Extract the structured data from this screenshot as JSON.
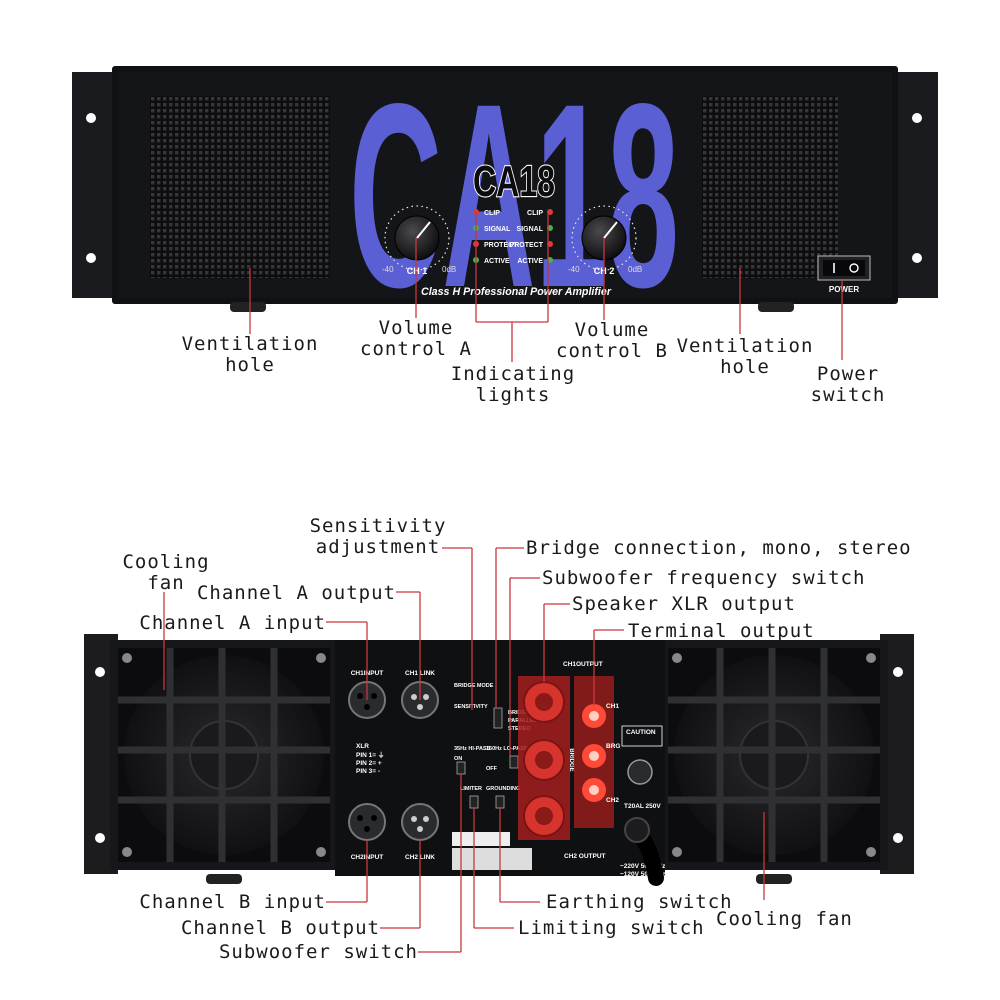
{
  "front_panel": {
    "model_big": "CA18",
    "model_badge": "CA18",
    "subtitle": "Class H Professional Power Amplifier",
    "ch1_label": "CH 1",
    "ch2_label": "CH 2",
    "led_labels": [
      "CLIP",
      "SIGNAL",
      "PROTECT",
      "ACTIVE"
    ],
    "power_label": "POWER",
    "knob_min": "-40",
    "knob_max": "0dB",
    "callouts": {
      "vent_left": "Ventilation\nhole",
      "volume_a": "Volume\ncontrol A",
      "indicating": "Indicating\nlights",
      "volume_b": "Volume\ncontrol B",
      "vent_right": "Ventilation\nhole",
      "power": "Power\nswitch"
    }
  },
  "rear_panel": {
    "ch1_input": "CH1INPUT",
    "ch1_link": "CH1 LINK",
    "ch2_input": "CH2INPUT",
    "ch2_link": "CH2 LINK",
    "xlr_title": "XLR",
    "xlr_pins": [
      "PIN 1= ⏚",
      "PIN 2= +",
      "PIN 3= -"
    ],
    "bridge_mode": "BRIDGE MODE",
    "sensitivity": "SENSITIVITY",
    "bridge": "BRIDGE",
    "parallel": "PARALLEL",
    "stereo": "STEREO",
    "freq_left": "35Hz HI-PASS",
    "freq_right": "150Hz LO-PASS",
    "limiter": "LIMITER",
    "grounding": "GROUNDING",
    "on": "ON",
    "off": "OFF",
    "ch1_output": "CH1OUTPUT",
    "ch2_output": "CH2 OUTPUT",
    "ch1": "CH1",
    "ch2": "CH2",
    "brg": "BRG",
    "bridge_vertical": "BRIDGE",
    "caution": "CAUTION",
    "fuse": "T20AL 250V",
    "mains1": "~220V 50-60Hz",
    "mains2": "~120V 50-60Hz",
    "callouts": {
      "sensitivity_adj": "Sensitivity\nadjustment",
      "bridge_conn": "Bridge connection, mono, stereo",
      "subwoofer_freq": "Subwoofer frequency switch",
      "speaker_xlr": "Speaker XLR output",
      "terminal": "Terminal output",
      "cooling_fan_left": "Cooling\nfan",
      "channel_a_output": "Channel A output",
      "channel_a_input": "Channel A input",
      "channel_b_input": "Channel B input",
      "channel_b_output": "Channel B output",
      "subwoofer_switch": "Subwoofer switch",
      "earthing": "Earthing switch",
      "limiting": "Limiting switch",
      "cooling_fan_right": "Cooling fan"
    }
  },
  "colors": {
    "panel": "#111214",
    "chassis": "#1c1c1e",
    "accent_blue": "#5b5fd4",
    "leader_red": "#c8373d",
    "speakon_red": "#d8342e",
    "led_red": "#e23a3a",
    "led_green": "#3fb54a"
  }
}
